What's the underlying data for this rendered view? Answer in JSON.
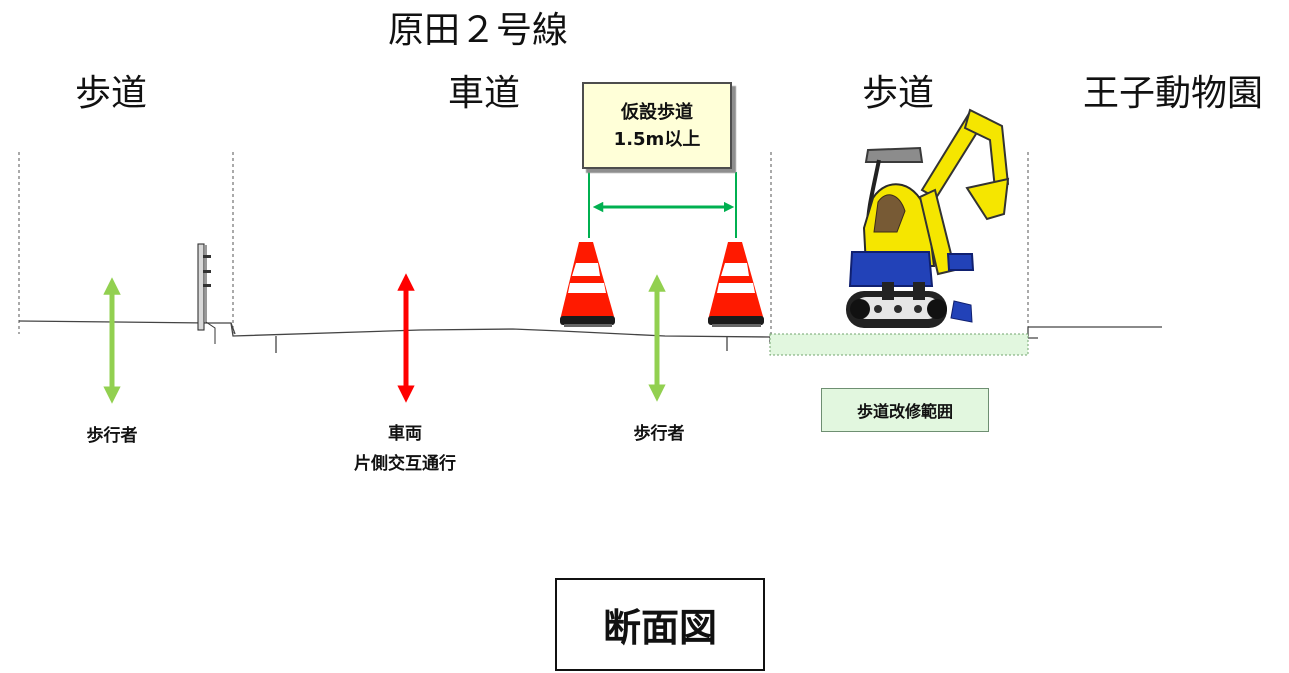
{
  "diagram": {
    "title": "原田２号線",
    "sections": {
      "left_walkway": "歩道",
      "roadway": "車道",
      "right_walkway": "歩道",
      "zoo": "王子動物園"
    },
    "temporary_walkway": {
      "line1": "仮設歩道",
      "line2": "1.5m以上"
    },
    "labels": {
      "pedestrian_left": "歩行者",
      "vehicle_line1": "車両",
      "vehicle_line2": "片側交互通行",
      "pedestrian_middle": "歩行者",
      "repair_area": "歩道改修範囲",
      "cross_section": "断面図"
    },
    "colors": {
      "pedestrian_arrow": "#92d050",
      "vehicle_arrow": "#ff0000",
      "temporary_arrow": "#00b050",
      "repair_fill": "#e2f7df",
      "temporary_box_fill": "#ffffd8"
    },
    "icons": [
      "traffic-cone-icon",
      "excavator-icon",
      "utility-pole-icon"
    ]
  }
}
